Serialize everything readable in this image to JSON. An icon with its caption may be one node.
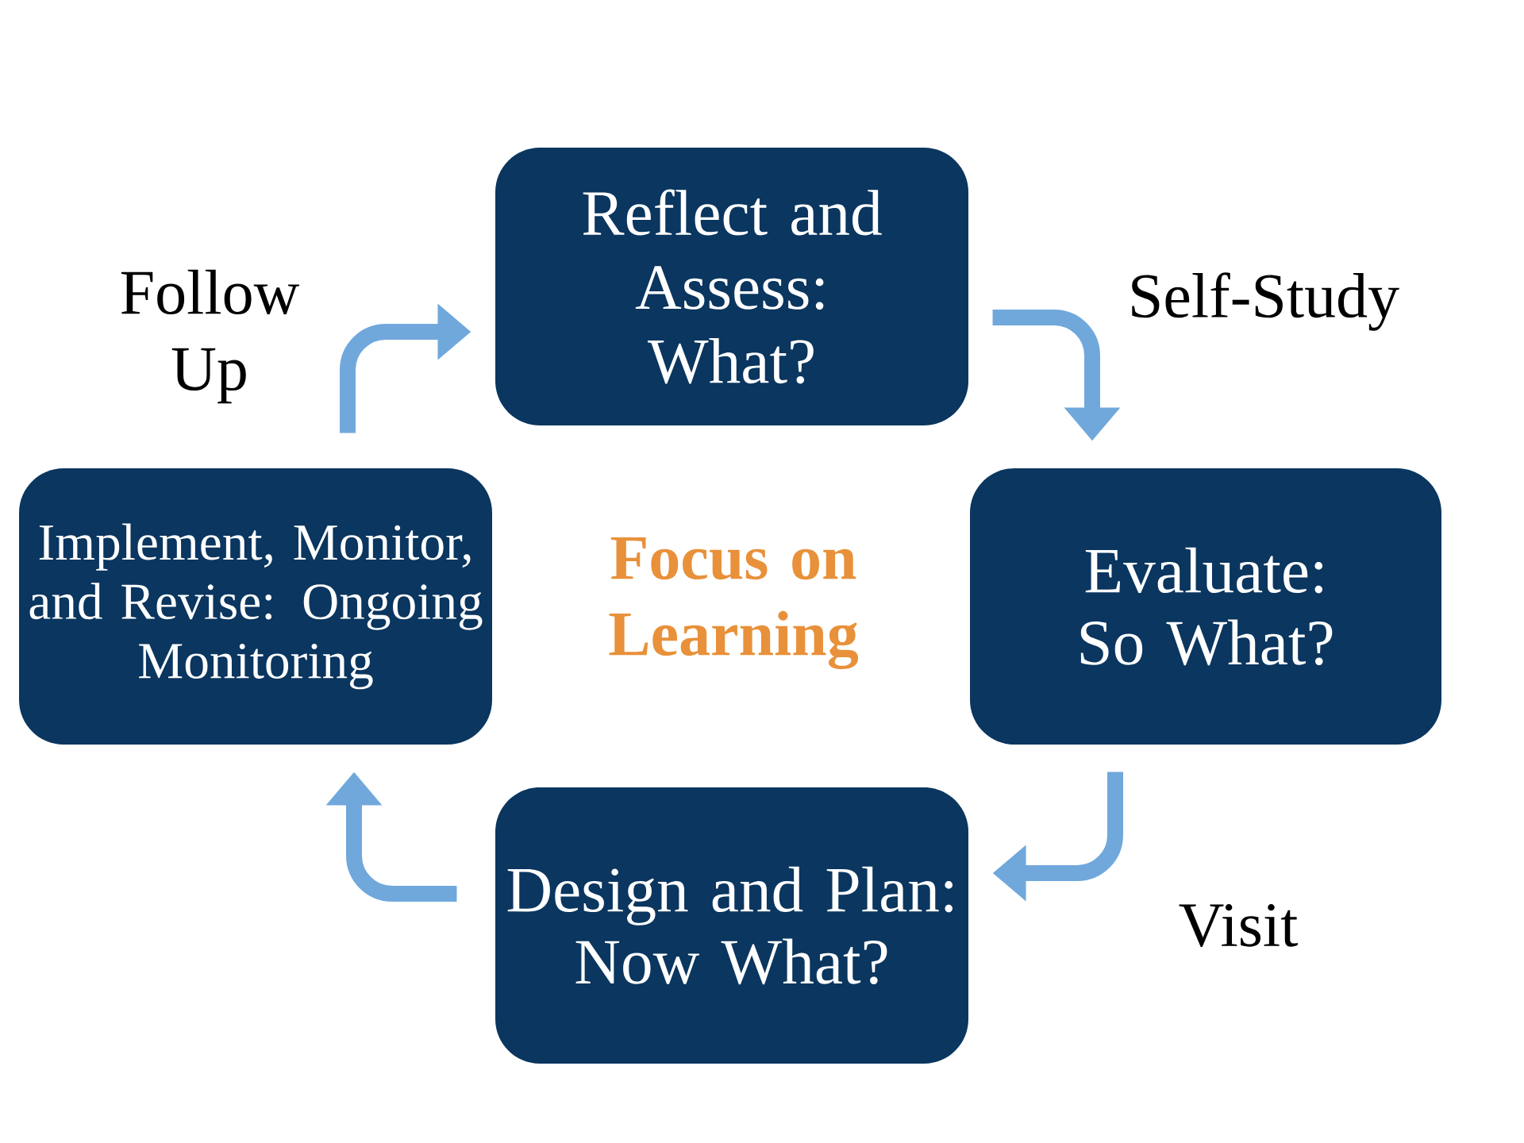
{
  "diagram": {
    "nodes": [
      {
        "text": [
          "Reflect and Assess: What?"
        ]
      },
      {
        "text": [
          "Evaluate: So What?"
        ]
      },
      {
        "text": [
          "Design and Plan: Now What?"
        ]
      },
      {
        "text": [
          "Implement, Monitor, and Revise: Ongoing Monitoring"
        ]
      }
    ],
    "edges": [
      {
        "from": 0,
        "to": 1,
        "arrow": "to",
        "label": "Self-Study"
      },
      {
        "from": 1,
        "to": 2,
        "arrow": "to",
        "label": "Visit"
      },
      {
        "from": 2,
        "to": 3,
        "arrow": "to"
      },
      {
        "from": 3,
        "to": 0,
        "arrow": "to",
        "label": "Follow Up"
      }
    ],
    "labels": [
      "Focus on Learning"
    ]
  }
}
